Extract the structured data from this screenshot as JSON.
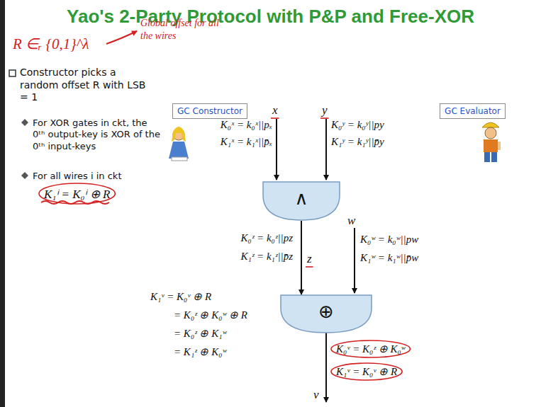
{
  "diagram": {
    "title": "Yao's 2-Party Protocol with P&P and Free-XOR",
    "nodes": [
      {
        "text": [
          "GC Constructor"
        ]
      },
      {
        "text": [
          "GC Evaluator"
        ]
      },
      {
        "text": [
          "∧"
        ]
      },
      {
        "text": [
          "⊕"
        ]
      }
    ],
    "edges": [
      {
        "from": 2,
        "to": 3,
        "arrow": "to"
      }
    ],
    "labels": [
      "R ∈ᵣ {0,1}^λ",
      "Global offset for all the wires",
      "Constructor picks a random offset R with LSB = 1",
      "For XOR gates in ckt, the 0ᵗʰ output-key is XOR of the 0ᵗʰ input-keys",
      "For all wires i in ckt",
      "K₁ⁱ = K₀ⁱ ⊕ R",
      "x",
      "y",
      "K₀ˣ = k₀ˣ||pₓ",
      "K₁ˣ = k₁ˣ||p̄ₓ",
      "K₀ʸ = k₀ʸ||py",
      "K₁ʸ = k₁ʸ||p̄y",
      "K₀ᶻ = k₀ᶻ||pz",
      "K₁ᶻ = k₁ᶻ||p̄z",
      "z",
      "w",
      "K₀ʷ = k₀ʷ||pw",
      "K₁ʷ = k₁ʷ||p̄w",
      "K₁ᵛ = K₀ᵛ ⊕ R",
      "= K₀ᶻ ⊕ K₀ʷ ⊕ R",
      "= K₀ᶻ ⊕ K₁ʷ",
      "= K₁ᶻ ⊕ K₀ʷ",
      "K₀ᵛ = K₀ᶻ ⊕ K₀ʷ",
      "K₁ᵛ = K₀ᵛ ⊕ R",
      "v"
    ]
  }
}
